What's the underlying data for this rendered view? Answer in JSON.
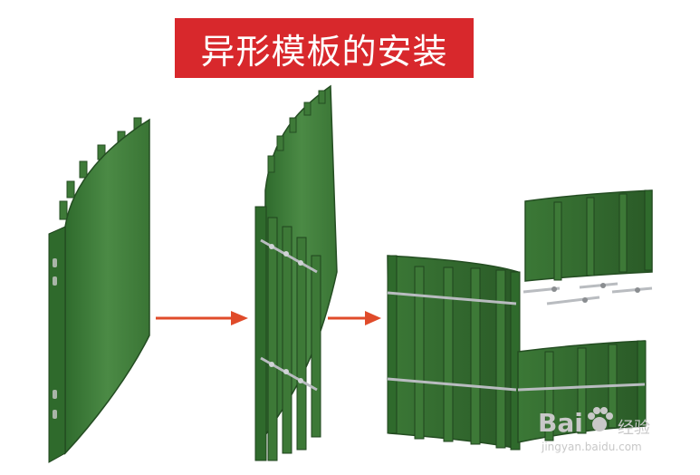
{
  "title": "异形模板的安装",
  "colors": {
    "title_bg": "#d8282c",
    "panel": "#3f7a3a",
    "panel_dark": "#2e5c2b",
    "arrow": "#e04b2a",
    "bolt": "#b9bcc0"
  },
  "watermark": {
    "brand": "Bai  ",
    "sub": "经验",
    "url": "jingyan.baidu.com"
  }
}
